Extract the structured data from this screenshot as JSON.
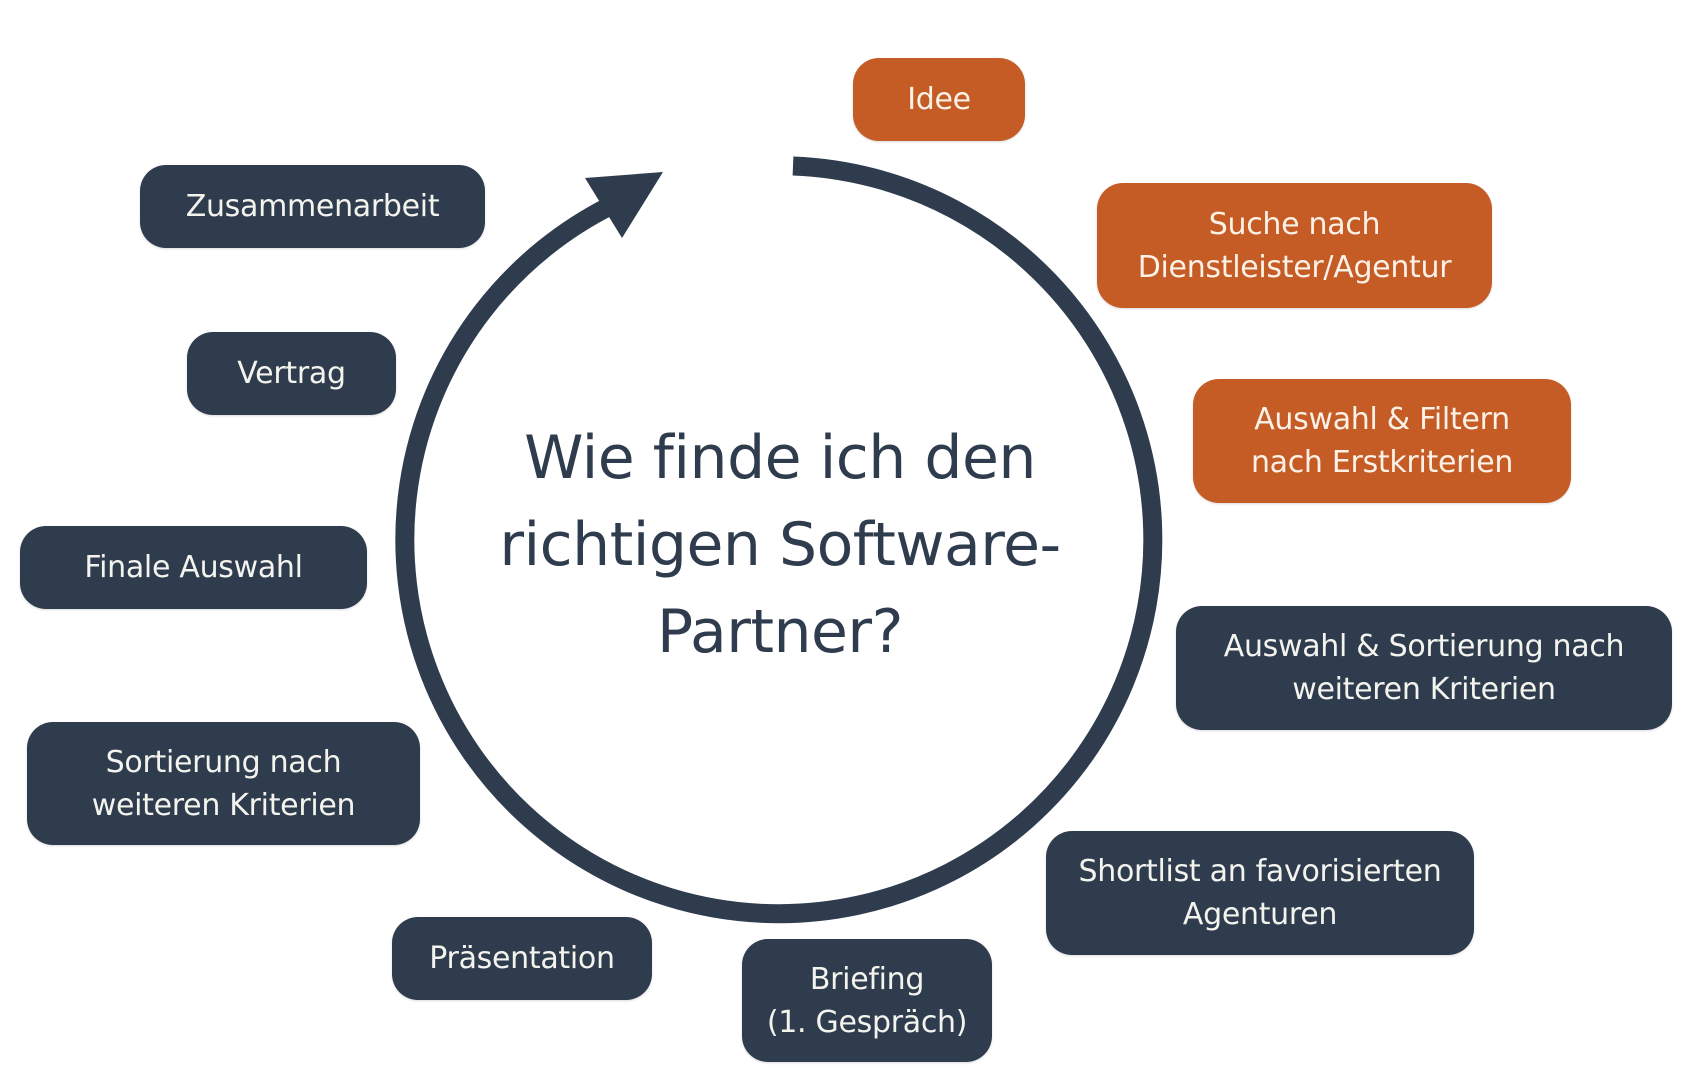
{
  "title": {
    "lines": [
      "Wie finde ich den",
      "richtigen Software-",
      "Partner?"
    ]
  },
  "colors": {
    "dark": "#2f3c4d",
    "accent": "#c55b25",
    "background": "#ffffff"
  },
  "steps": [
    {
      "lines": [
        "Idee"
      ],
      "style": "orange"
    },
    {
      "lines": [
        "Suche nach",
        "Dienstleister/Agentur"
      ],
      "style": "orange"
    },
    {
      "lines": [
        "Auswahl & Filtern",
        "nach Erstkriterien"
      ],
      "style": "orange"
    },
    {
      "lines": [
        "Auswahl & Sortierung nach",
        "weiteren Kriterien"
      ],
      "style": "dark"
    },
    {
      "lines": [
        "Shortlist an favorisierten",
        "Agenturen"
      ],
      "style": "dark"
    },
    {
      "lines": [
        "Briefing",
        "(1. Gespräch)"
      ],
      "style": "dark"
    },
    {
      "lines": [
        "Präsentation"
      ],
      "style": "dark"
    },
    {
      "lines": [
        "Sortierung nach",
        "weiteren Kriterien"
      ],
      "style": "dark"
    },
    {
      "lines": [
        "Finale Auswahl"
      ],
      "style": "dark"
    },
    {
      "lines": [
        "Vertrag"
      ],
      "style": "dark"
    },
    {
      "lines": [
        "Zusammenarbeit"
      ],
      "style": "dark"
    }
  ],
  "icons": {
    "cycle": "circular-arrow-icon"
  }
}
